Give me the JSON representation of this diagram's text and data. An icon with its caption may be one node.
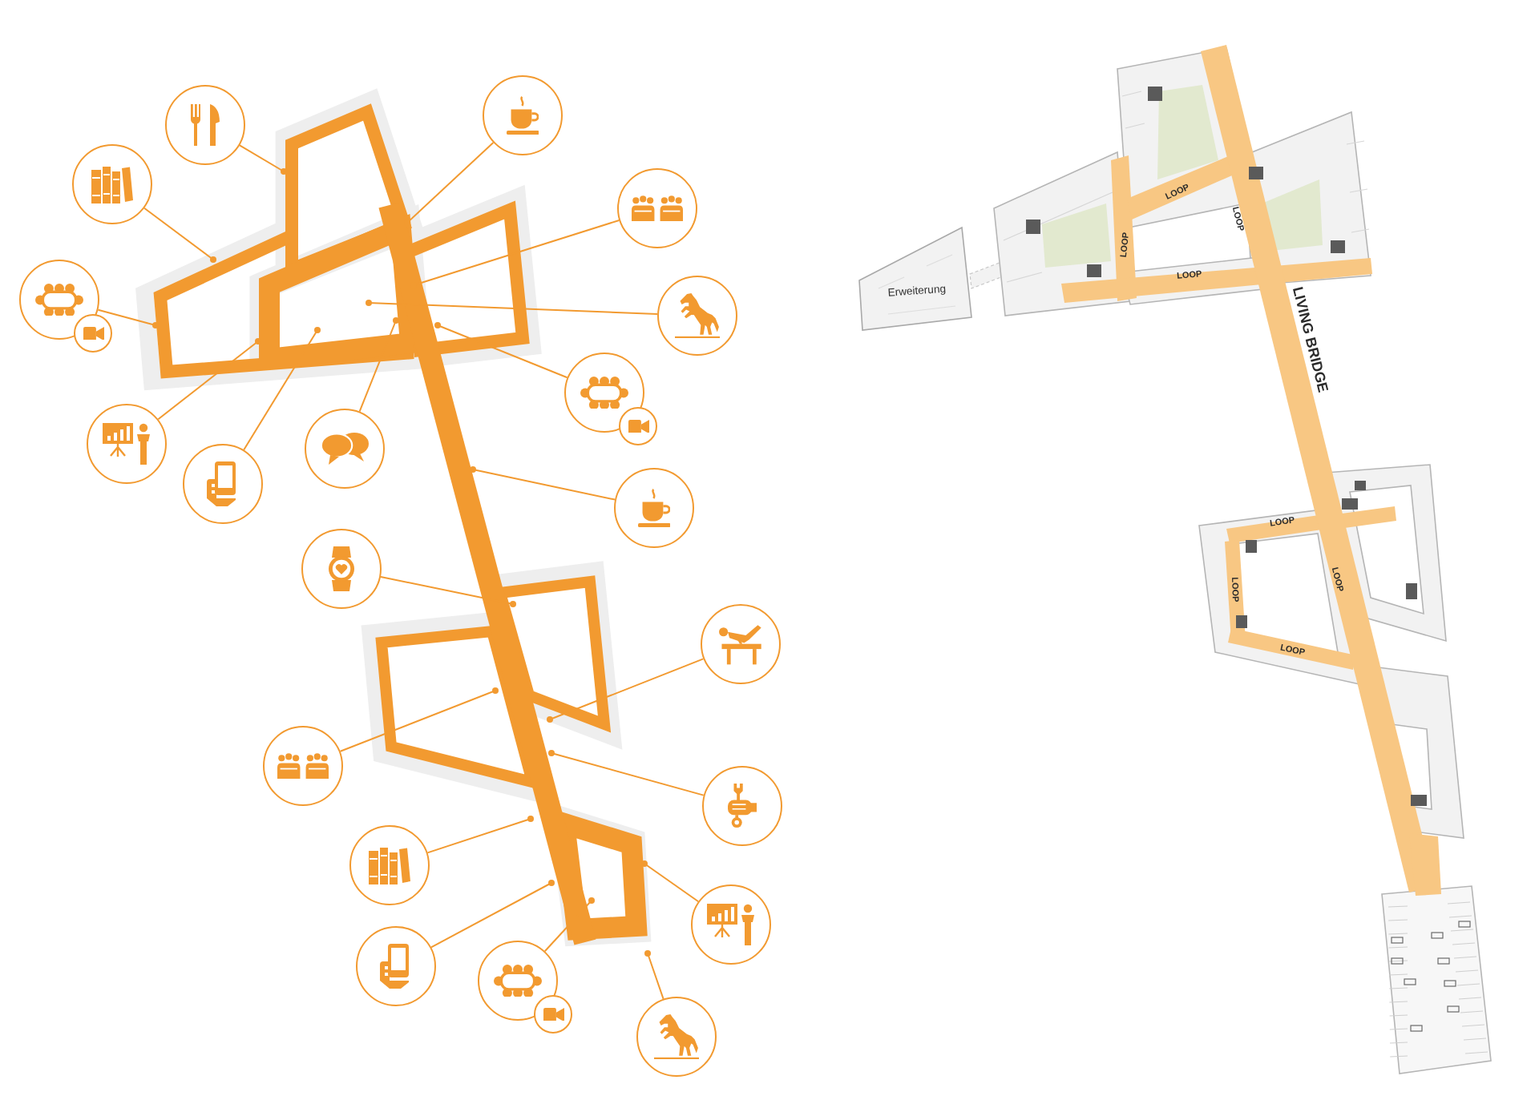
{
  "diagram": {
    "nodes": [
      {
        "text": [],
        "shape": "circle"
      },
      {
        "text": [],
        "shape": "circle"
      },
      {
        "text": [],
        "shape": "circle"
      },
      {
        "text": [],
        "shape": "circle"
      },
      {
        "text": [],
        "shape": "circle"
      },
      {
        "text": [],
        "shape": "circle"
      },
      {
        "text": [],
        "shape": "circle"
      },
      {
        "text": [],
        "shape": "circle"
      },
      {
        "text": [],
        "shape": "circle"
      },
      {
        "text": [],
        "shape": "circle"
      },
      {
        "text": [],
        "shape": "circle"
      },
      {
        "text": [],
        "shape": "circle"
      },
      {
        "text": [],
        "shape": "circle"
      },
      {
        "text": [],
        "shape": "circle"
      },
      {
        "text": [],
        "shape": "circle"
      },
      {
        "text": [],
        "shape": "circle"
      },
      {
        "text": [],
        "shape": "circle"
      },
      {
        "text": [],
        "shape": "circle"
      },
      {
        "text": [],
        "shape": "circle"
      },
      {
        "text": [],
        "shape": "circle"
      },
      {
        "text": [],
        "shape": "circle"
      },
      {
        "text": [],
        "shape": "circle"
      },
      {
        "text": [],
        "shape": "circle"
      },
      {
        "text": [
          "Erweiterung"
        ]
      }
    ],
    "edges": [
      {
        "from": 0,
        "to": null,
        "arrow": "other"
      },
      {
        "from": 1,
        "to": null,
        "arrow": "other"
      },
      {
        "from": 2,
        "to": null,
        "arrow": "other"
      },
      {
        "from": 3,
        "to": null,
        "arrow": "other"
      },
      {
        "from": 4,
        "to": null,
        "arrow": "other"
      },
      {
        "from": 6,
        "to": null,
        "arrow": "other"
      },
      {
        "from": 7,
        "to": null,
        "arrow": "other"
      },
      {
        "from": 9,
        "to": null,
        "arrow": "other"
      },
      {
        "from": 10,
        "to": null,
        "arrow": "other"
      },
      {
        "from": 11,
        "to": null,
        "arrow": "other"
      },
      {
        "from": 12,
        "to": null,
        "arrow": "other"
      },
      {
        "from": 13,
        "to": null,
        "arrow": "other"
      },
      {
        "from": 14,
        "to": null,
        "arrow": "other"
      },
      {
        "from": 15,
        "to": null,
        "arrow": "other"
      },
      {
        "from": 16,
        "to": null,
        "arrow": "other"
      },
      {
        "from": 17,
        "to": null,
        "arrow": "other"
      },
      {
        "from": 18,
        "to": null,
        "arrow": "other"
      },
      {
        "from": 19,
        "to": null,
        "arrow": "other"
      },
      {
        "from": 20,
        "to": null,
        "arrow": "other"
      },
      {
        "from": 22,
        "to": null,
        "arrow": "other"
      }
    ],
    "labels": [
      "LOOP",
      "LOOP",
      "LOOP",
      "LOOP",
      "LIVING BRIDGE",
      "LOOP",
      "LOOP",
      "LOOP",
      "LOOP"
    ]
  }
}
